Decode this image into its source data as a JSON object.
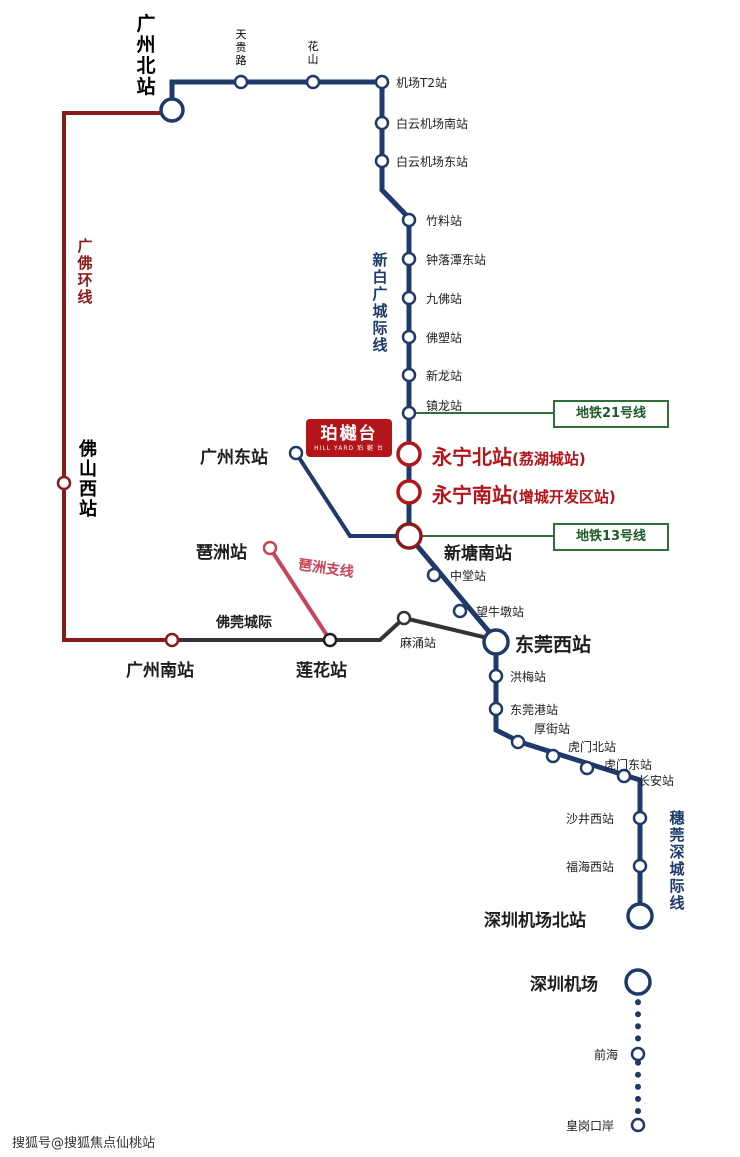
{
  "colors": {
    "navy": "#1e3a6b",
    "red": "#8b1a1a",
    "pink": "#c9445a",
    "gray": "#333333",
    "green": "#2f6f3a",
    "brand": "#b3151b"
  },
  "lines": {
    "main": "新白广城际线",
    "south": "穗莞深城际线",
    "loop": "广佛环线",
    "fg": "佛莞城际",
    "pz": "琶洲支线"
  },
  "metro": {
    "m21": "地铁21号线",
    "m13": "地铁13号线"
  },
  "brand": {
    "name": "珀樾台",
    "sub": "HILL YARD 珀 樾 台"
  },
  "stations": {
    "gzbei": "广州北站",
    "tianguilu": "天贵路",
    "huashan": "花山",
    "t2": "机场T2站",
    "byjcnan": "白云机场南站",
    "byjcdong": "白云机场东站",
    "zhuliao": "竹料站",
    "zhongluotan": "钟落潭东站",
    "jiufo": "九佛站",
    "fosu": "佛塑站",
    "xinlong": "新龙站",
    "zhenlong": "镇龙站",
    "yongningbei": "永宁北站",
    "yongningbei_sub": "(荔湖城站)",
    "yongningnan": "永宁南站",
    "yongningnan_sub": "(增城开发区站)",
    "xintangnan": "新塘南站",
    "gzdong": "广州东站",
    "pazhou": "琶洲站",
    "zhongtang": "中堂站",
    "wangniudun": "望牛墩站",
    "dgxi": "东莞西站",
    "mayong": "麻涌站",
    "gznan": "广州南站",
    "lianhua": "莲花站",
    "fsxi": "佛山西站",
    "hongmei": "洪梅站",
    "dggang": "东莞港站",
    "houjie": "厚街站",
    "humenbei": "虎门北站",
    "humendong": "虎门东站",
    "changan": "长安站",
    "shajingxi": "沙井西站",
    "fuhaixi": "福海西站",
    "szjcbei": "深圳机场北站",
    "szjc": "深圳机场",
    "qianhai": "前海",
    "huanggang": "皇岗口岸"
  },
  "watermark": "搜狐号@搜狐焦点仙桃站"
}
